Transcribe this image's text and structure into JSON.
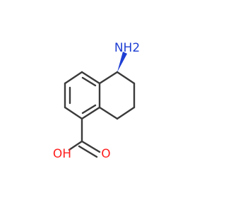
{
  "molecule": {
    "atoms": {
      "nitrogen_group": "NH2",
      "oxygen_double": "O",
      "hydroxyl": "OH"
    },
    "colors": {
      "bond": "#3a3a3a",
      "nitrogen": "#1f3fd3",
      "oxygen": "#ff1f1f",
      "background": "#ffffff"
    }
  }
}
